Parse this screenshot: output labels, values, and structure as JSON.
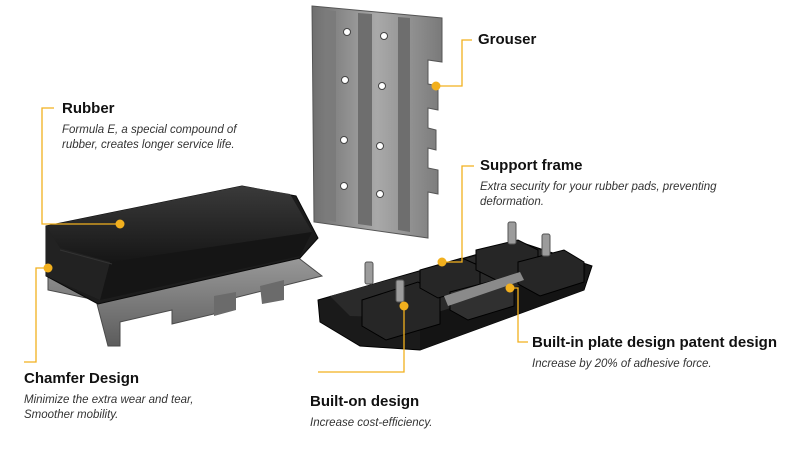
{
  "colors": {
    "accent": "#f2b01e",
    "rubber": "#1e1e1e",
    "steel": "#8f8f8f"
  },
  "callouts": {
    "grouser": {
      "title": "Grouser"
    },
    "rubber": {
      "title": "Rubber",
      "lines": [
        "Formula E, a special compound of",
        "rubber, creates longer service life."
      ]
    },
    "support_frame": {
      "title": "Support frame",
      "lines": [
        "Extra security for your rubber pads, preventing",
        "deformation."
      ]
    },
    "plate_design": {
      "title": "Built-in plate design patent design",
      "lines": [
        "Increase by 20% of adhesive force."
      ]
    },
    "chamfer": {
      "title": "Chamfer Design",
      "lines": [
        "Minimize the extra wear and tear,",
        "Smoother mobility."
      ]
    },
    "built_on": {
      "title": "Built-on design",
      "lines": [
        "Increase cost-efficiency."
      ]
    }
  }
}
